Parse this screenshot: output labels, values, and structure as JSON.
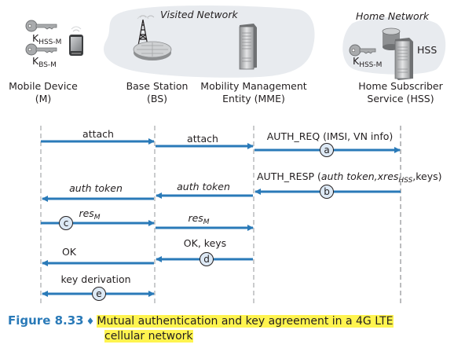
{
  "networks": {
    "visited": "Visited Network",
    "home": "Home Network"
  },
  "entities": [
    {
      "id": "M",
      "name_line1": "Mobile Device",
      "name_line2": "(M)"
    },
    {
      "id": "BS",
      "name_line1": "Base Station",
      "name_line2": "(BS)"
    },
    {
      "id": "MME",
      "name_line1": "Mobility Management",
      "name_line2": "Entity (MME)"
    },
    {
      "id": "HSS",
      "name_line1": "Home Subscriber",
      "name_line2": "Service (HSS)"
    }
  ],
  "keys": {
    "mobile_key1_base": "K",
    "mobile_key1_sub": "HSS-M",
    "mobile_key2_base": "K",
    "mobile_key2_sub": "BS-M",
    "hss_key_base": "K",
    "hss_key_sub": "HSS-M",
    "hss_label": "HSS"
  },
  "messages": [
    {
      "id": "m1",
      "from": "M",
      "to": "BS",
      "label": "attach",
      "step": ""
    },
    {
      "id": "m2",
      "from": "BS",
      "to": "MME",
      "label": "attach",
      "step": ""
    },
    {
      "id": "m3",
      "from": "MME",
      "to": "HSS",
      "label": "AUTH_REQ (IMSI, VN info)",
      "step": "a"
    },
    {
      "id": "m4",
      "from": "HSS",
      "to": "MME",
      "label_pre": "AUTH_RESP (",
      "label_it1": "auth token,xres",
      "label_sub": "HSS",
      "label_post": ",keys)",
      "step": "b"
    },
    {
      "id": "m5",
      "from": "MME",
      "to": "BS",
      "label": "auth token",
      "step": ""
    },
    {
      "id": "m6",
      "from": "BS",
      "to": "M",
      "label": "auth token",
      "step": ""
    },
    {
      "id": "m7",
      "from": "M",
      "to": "BS",
      "label_base": "res",
      "label_sub": "M",
      "step": "c"
    },
    {
      "id": "m8",
      "from": "BS",
      "to": "MME",
      "label_base": "res",
      "label_sub": "M",
      "step": ""
    },
    {
      "id": "m9",
      "from": "MME",
      "to": "BS",
      "label": "OK, keys",
      "step": "d"
    },
    {
      "id": "m10",
      "from": "BS",
      "to": "M",
      "label": "OK",
      "step": ""
    },
    {
      "id": "m11",
      "from": "M",
      "to": "BS",
      "label": "key derivation",
      "step": "e",
      "bidirectional": true
    }
  ],
  "caption": {
    "number": "Figure 8.33",
    "separator": "♦",
    "line1": "Mutual authentication and key agreement in a 4G LTE",
    "line2": "cellular network"
  },
  "colors": {
    "arrow": "#2a7ab8",
    "step_circle_fill": "#dde9f5",
    "network_cloud": "#e8ebef",
    "caption_highlight": "#fff44f"
  }
}
